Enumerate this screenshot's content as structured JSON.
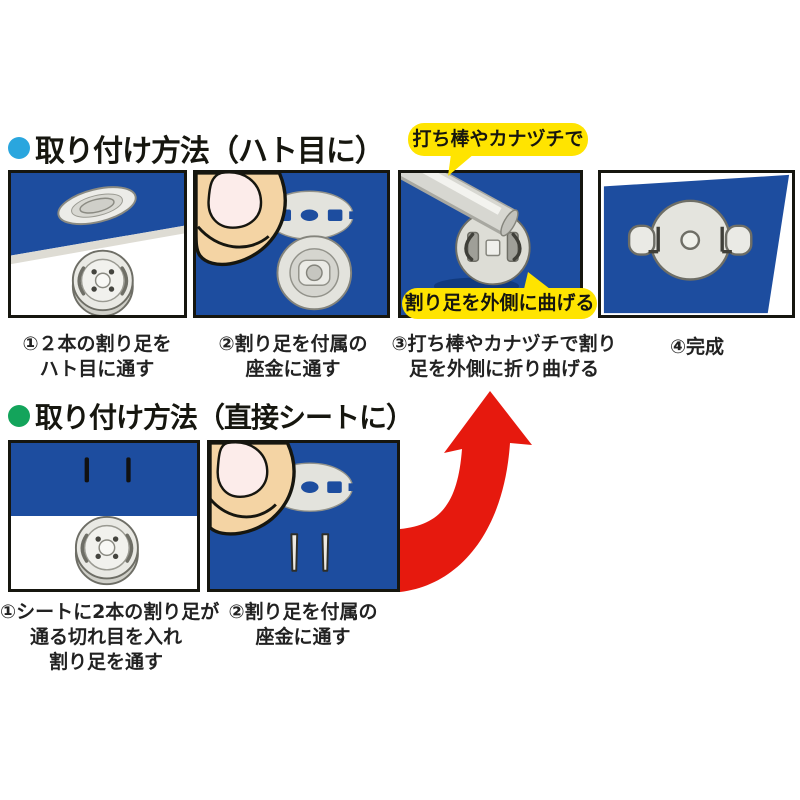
{
  "colors": {
    "panel_blue": "#1d4d9f",
    "callout_yellow": "#ffe400",
    "arrow_red": "#e6190e",
    "heading_bullet_blue": "#2aa6de",
    "heading_bullet_green": "#13a45b"
  },
  "sections": [
    {
      "heading": "取り付け方法（ハト目に）",
      "callouts": [
        {
          "text": "打ち棒やカナヅチで"
        },
        {
          "text": "割り足を外側に曲げる"
        }
      ],
      "steps": [
        {
          "caption_lines": [
            "①２本の割り足を",
            "ハト目に通す"
          ]
        },
        {
          "caption_lines": [
            "②割り足を付属の",
            "座金に通す"
          ]
        },
        {
          "caption_lines": [
            "③打ち棒やカナヅチで割り",
            "足を外側に折り曲げる"
          ]
        },
        {
          "caption_lines": [
            "④完成"
          ]
        }
      ]
    },
    {
      "heading": "取り付け方法（直接シートに）",
      "steps": [
        {
          "caption_lines": [
            "①シートに2本の割り足が",
            "通る切れ目を入れ",
            "割り足を通す"
          ]
        },
        {
          "caption_lines": [
            "②割り足を付属の",
            "座金に通す"
          ]
        }
      ]
    }
  ]
}
